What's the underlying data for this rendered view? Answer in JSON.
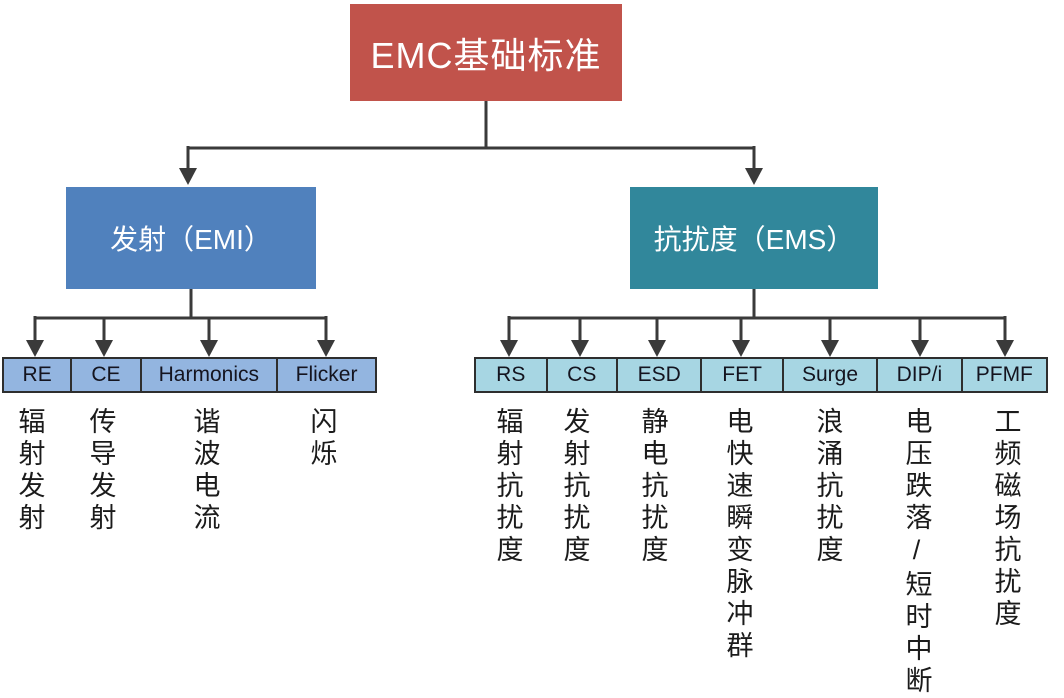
{
  "diagram": {
    "title": "EMC基础标准",
    "root": {
      "label": "EMC基础标准",
      "color": "#c1534b"
    },
    "branches": [
      {
        "label": "发射（EMI）",
        "color": "#5081bd",
        "cell_color": "#93b5e0",
        "children": [
          {
            "code": "RE",
            "name": "辐射发射"
          },
          {
            "code": "CE",
            "name": "传导发射"
          },
          {
            "code": "Harmonics",
            "name": "谐波电流"
          },
          {
            "code": "Flicker",
            "name": "闪烁"
          }
        ]
      },
      {
        "label": "抗扰度（EMS）",
        "color": "#31879b",
        "cell_color": "#a7d6e3",
        "children": [
          {
            "code": "RS",
            "name": "辐射抗扰度"
          },
          {
            "code": "CS",
            "name": "发射抗扰度"
          },
          {
            "code": "ESD",
            "name": "静电抗扰度"
          },
          {
            "code": "FET",
            "name": "电快速瞬变脉冲群"
          },
          {
            "code": "Surge",
            "name": "浪涌抗扰度"
          },
          {
            "code": "DIP/i",
            "name": "电压跌落/短时中断"
          },
          {
            "code": "PFMF",
            "name": "工频磁场抗扰度"
          }
        ]
      }
    ],
    "line_color": "#3a3a3a",
    "background_color": "#ffffff"
  }
}
